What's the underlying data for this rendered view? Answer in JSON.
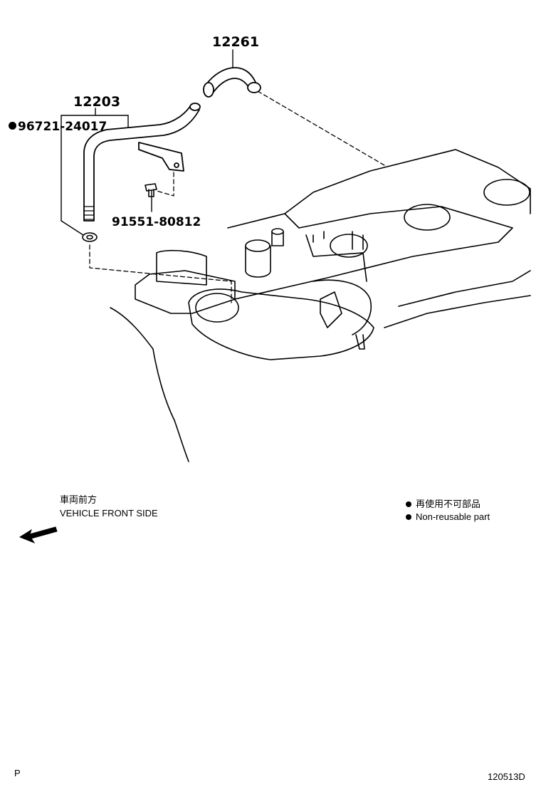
{
  "parts": {
    "hose": "12261",
    "pipe": "12203",
    "gasket": "96721-24017",
    "bolt": "91551-80812"
  },
  "legend": {
    "direction_jp": "車両前方",
    "direction_en": "VEHICLE FRONT SIDE",
    "nonreusable_jp": "再使用不可部品",
    "nonreusable_en": "Non-reusable part"
  },
  "page": {
    "corner_left": "P",
    "diagram_code": "120513D"
  }
}
